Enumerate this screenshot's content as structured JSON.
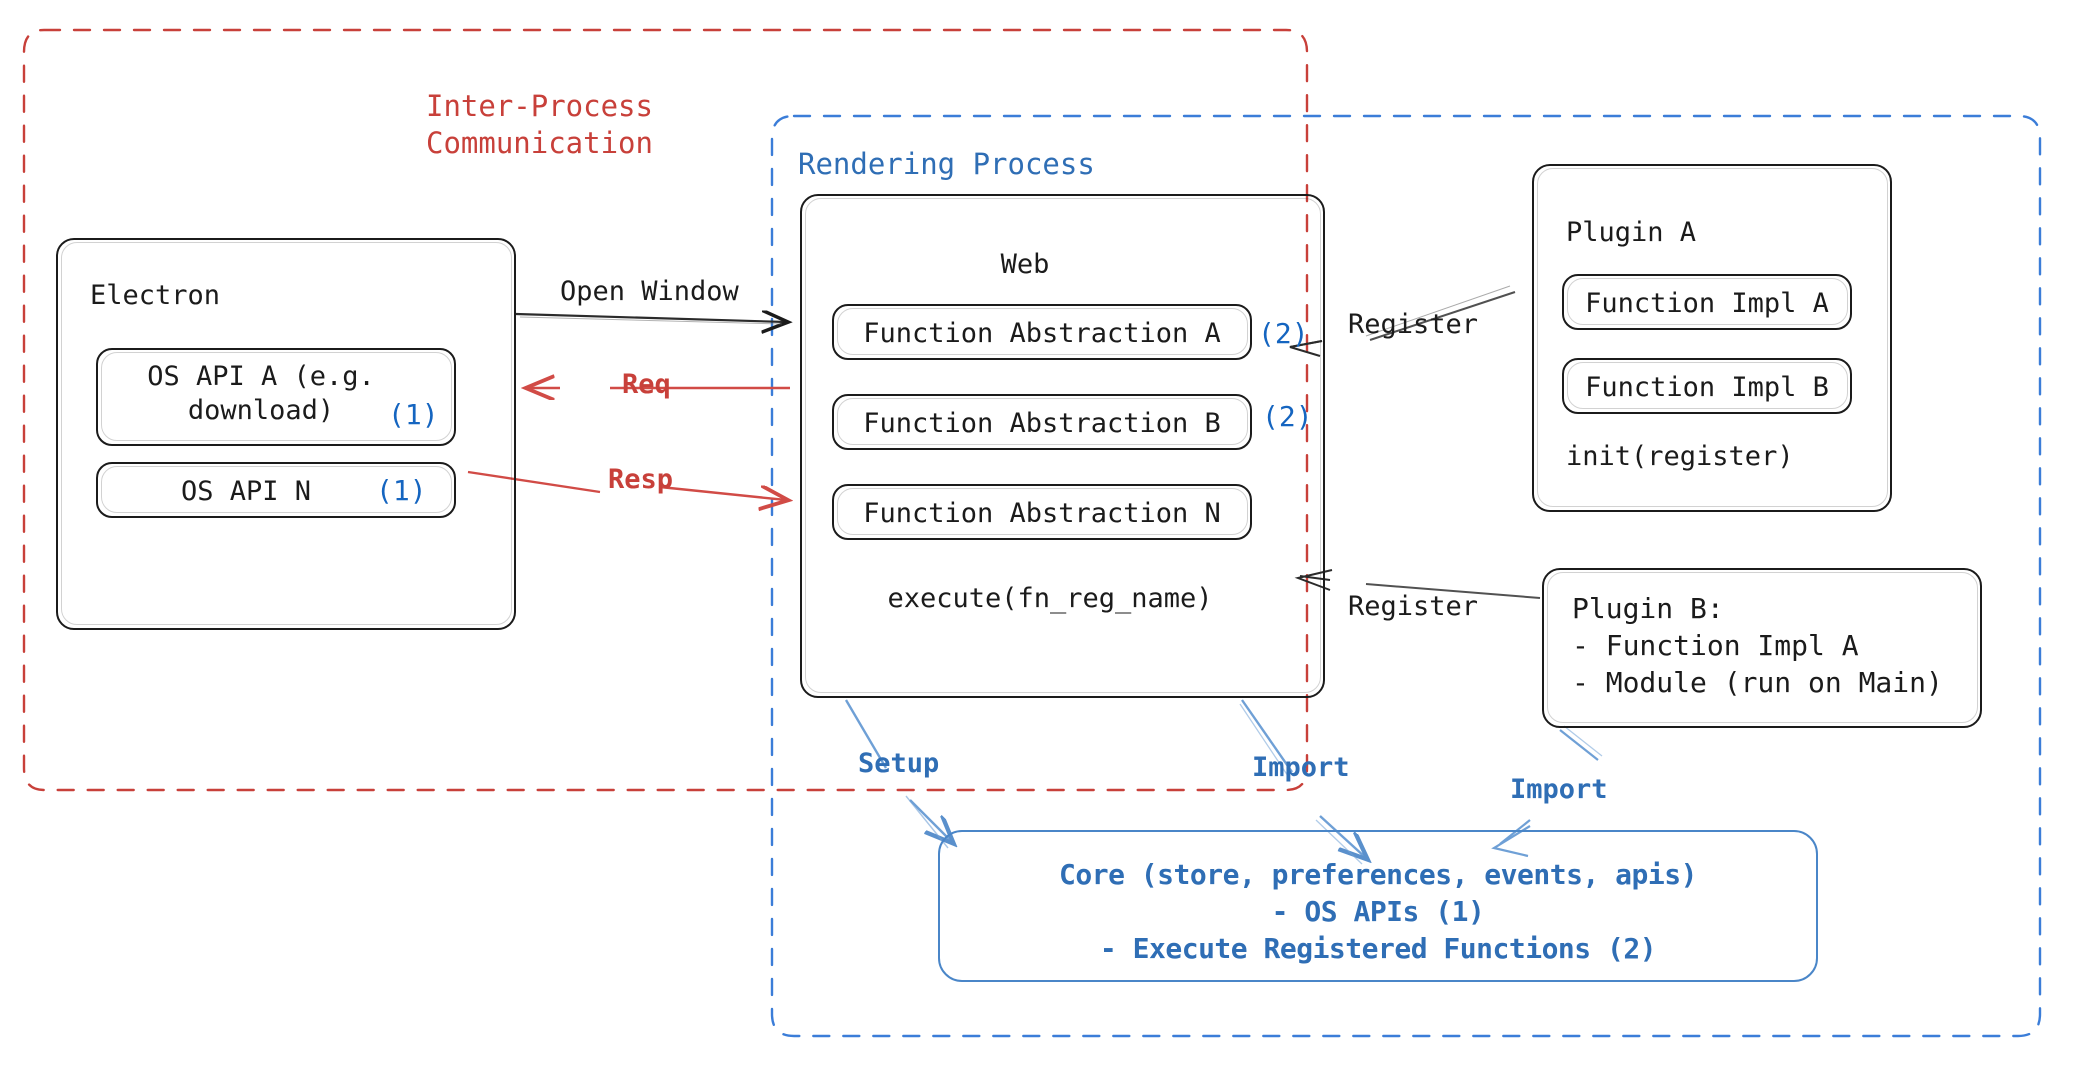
{
  "diagram": {
    "title": "Electron plugin architecture",
    "colors": {
      "ipc_red": "#C8403A",
      "process_blue": "#2F6EB5",
      "marker_blue": "#1565C0",
      "core_border": "#4A86C8",
      "ink": "#1b1b1b"
    }
  },
  "groups": {
    "ipc": {
      "title": "Inter-Process\nCommunication",
      "style": "dashed",
      "color": "#C8403A"
    },
    "rendering": {
      "title": "Rendering Process",
      "style": "dashed",
      "color": "#2F6EB5"
    }
  },
  "electron": {
    "title": "Electron",
    "apis": [
      {
        "label": "OS API A (e.g.\ndownload)",
        "marker": "(1)"
      },
      {
        "label": "OS API N",
        "marker": "(1)"
      }
    ]
  },
  "web": {
    "title": "Web",
    "abstractions": [
      {
        "label": "Function Abstraction A",
        "marker": "(2)"
      },
      {
        "label": "Function Abstraction B",
        "marker": "(2)"
      },
      {
        "label": "Function Abstraction N",
        "marker": ""
      }
    ],
    "footer": "execute(fn_reg_name)"
  },
  "plugin_a": {
    "title": "Plugin A",
    "items": [
      "Function Impl A",
      "Function Impl B"
    ],
    "footer": "init(register)"
  },
  "plugin_b": {
    "text": "Plugin B:\n- Function Impl A\n- Module (run on Main)"
  },
  "core": {
    "text": "Core (store, preferences, events, apis)\n- OS APIs (1)\n- Execute Registered Functions (2)"
  },
  "edges": {
    "open_window": "Open Window",
    "req": "Req",
    "resp": "Resp",
    "register_a": "Register",
    "register_b": "Register",
    "setup": "Setup",
    "import_web": "Import",
    "import_plugin": "Import"
  }
}
